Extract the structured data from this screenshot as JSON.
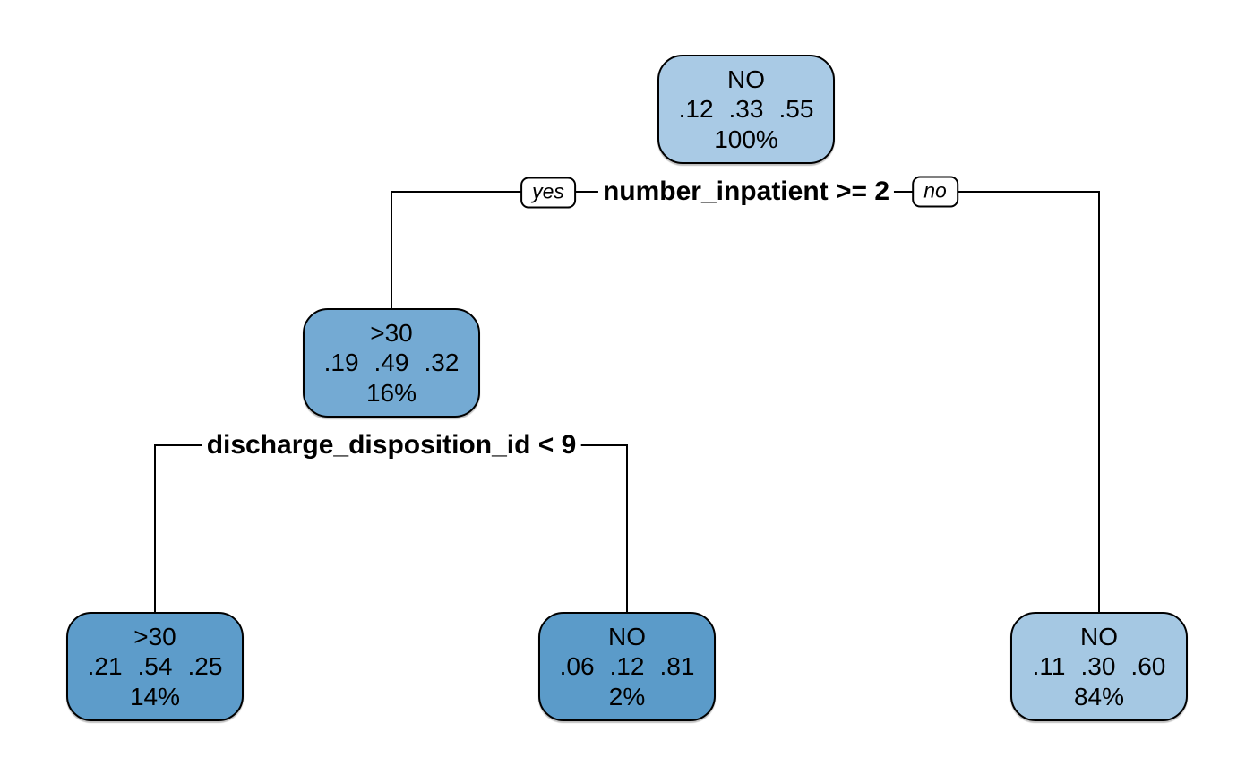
{
  "figure": {
    "type": "decision-tree",
    "background": "#ffffff",
    "line_color": "#000000",
    "text_color": "#000000"
  },
  "splits": [
    {
      "condition": "number_inpatient >= 2",
      "yes_label": "yes",
      "no_label": "no"
    },
    {
      "condition": "discharge_disposition_id < 9"
    }
  ],
  "nodes": [
    {
      "name": "root",
      "class": "NO",
      "probs": [
        ".12",
        ".33",
        ".55"
      ],
      "coverage": "100%",
      "fill": "#A9CAE5"
    },
    {
      "name": "internal-16pct",
      "class": ">30",
      "probs": [
        ".19",
        ".49",
        ".32"
      ],
      "coverage": "16%",
      "fill": "#74AAD3"
    },
    {
      "name": "leaf-14pct",
      "class": ">30",
      "probs": [
        ".21",
        ".54",
        ".25"
      ],
      "coverage": "14%",
      "fill": "#5D9CCA"
    },
    {
      "name": "leaf-2pct",
      "class": "NO",
      "probs": [
        ".06",
        ".12",
        ".81"
      ],
      "coverage": "2%",
      "fill": "#5B9BC9"
    },
    {
      "name": "leaf-84pct",
      "class": "NO",
      "probs": [
        ".11",
        ".30",
        ".60"
      ],
      "coverage": "84%",
      "fill": "#A5C8E3"
    }
  ]
}
